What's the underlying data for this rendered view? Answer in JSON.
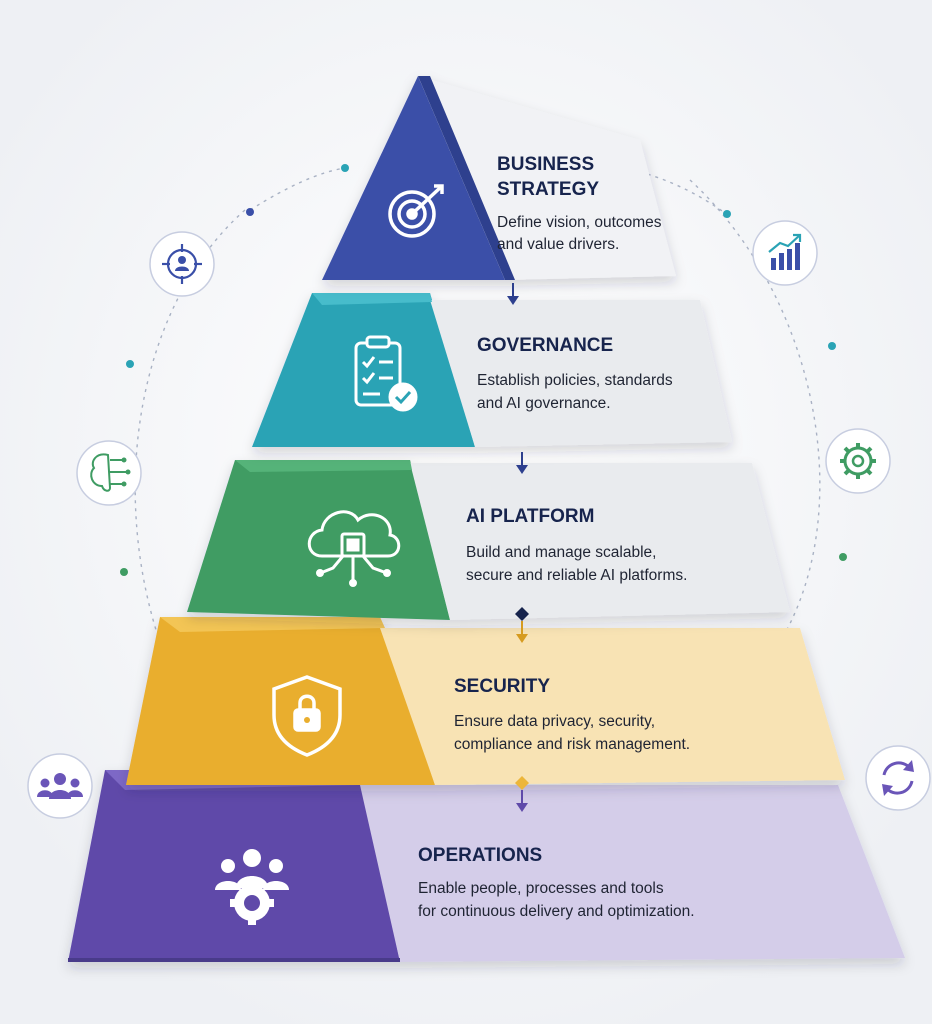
{
  "tiers": [
    {
      "title_lines": [
        "BUSINESS",
        "STRATEGY"
      ],
      "desc_lines": [
        "Define vision, outcomes",
        "and value drivers."
      ],
      "icon": "target-icon",
      "color": "#3a4fa8"
    },
    {
      "title_lines": [
        "GOVERNANCE"
      ],
      "desc_lines": [
        "Establish policies, standards",
        "and AI governance."
      ],
      "icon": "clipboard-check-icon",
      "color": "#2aa3b5"
    },
    {
      "title_lines": [
        "AI PLATFORM"
      ],
      "desc_lines": [
        "Build and manage scalable,",
        "secure and reliable AI platforms."
      ],
      "icon": "cloud-chip-icon",
      "color": "#3f9c63"
    },
    {
      "title_lines": [
        "SECURITY"
      ],
      "desc_lines": [
        "Ensure data privacy, security,",
        "compliance and risk management."
      ],
      "icon": "shield-lock-icon",
      "color": "#ecb63a"
    },
    {
      "title_lines": [
        "OPERATIONS"
      ],
      "desc_lines": [
        "Enable people, processes and tools",
        "for continuous delivery and optimization."
      ],
      "icon": "people-gear-icon",
      "color": "#6a55b8"
    }
  ],
  "side_icons": [
    "user-focus-icon",
    "growth-chart-icon",
    "brain-circuit-icon",
    "gear-icon",
    "team-icon",
    "refresh-cycle-icon"
  ]
}
